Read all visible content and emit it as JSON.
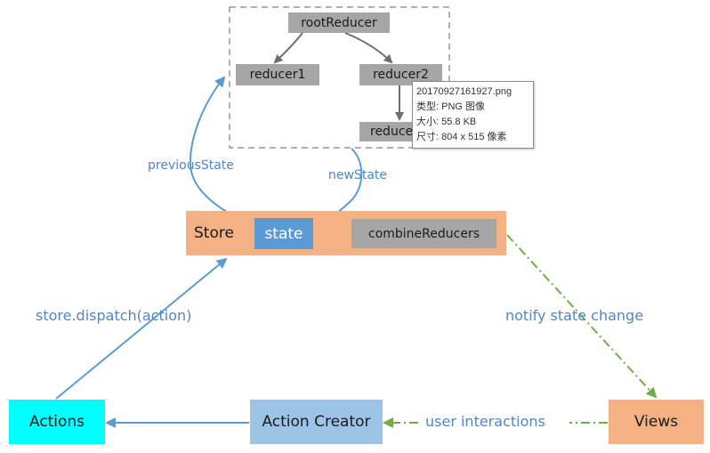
{
  "nodes": {
    "root_reducer": "rootReducer",
    "reducer1": "reducer1",
    "reducer2": "reducer2",
    "reducer3_partial": "reduce",
    "store": "Store",
    "state": "state",
    "combine_reducers": "combineReducers",
    "actions": "Actions",
    "action_creator": "Action Creator",
    "views": "Views"
  },
  "edge_labels": {
    "previous_state": "previousState",
    "new_state": "newState",
    "dispatch": "store.dispatch(action)",
    "notify": "notify state change",
    "user_interactions": "user interactions"
  },
  "tooltip": {
    "filename": "20170927161927.png",
    "type": "类型: PNG 图像",
    "size": "大小: 55.8 KB",
    "dimensions": "尺寸: 804 x 515 像素"
  },
  "colors": {
    "store_bg": "#f4b183",
    "state_bg": "#5b9bd5",
    "reducer_bg": "#a6a6a6",
    "actions_bg": "#00ffff",
    "action_creator_bg": "#9dc3e6",
    "views_bg": "#f4b183",
    "blue_arrow": "#5b9bd5",
    "green_arrow": "#70ad47"
  }
}
